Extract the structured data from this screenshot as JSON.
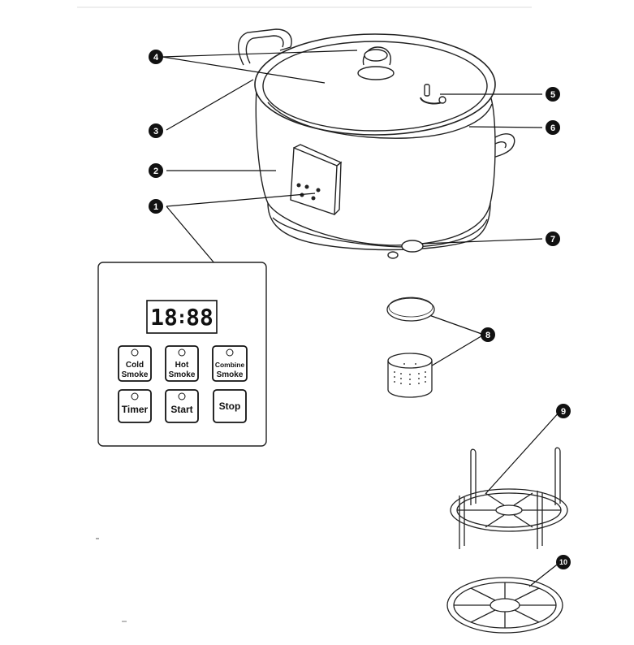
{
  "callouts": [
    {
      "id": "1",
      "label": "1"
    },
    {
      "id": "2",
      "label": "2"
    },
    {
      "id": "3",
      "label": "3"
    },
    {
      "id": "4",
      "label": "4"
    },
    {
      "id": "5",
      "label": "5"
    },
    {
      "id": "6",
      "label": "6"
    },
    {
      "id": "7",
      "label": "7"
    },
    {
      "id": "8",
      "label": "8"
    },
    {
      "id": "9",
      "label": "9"
    },
    {
      "id": "10",
      "label": "10"
    }
  ],
  "control_panel": {
    "display": "18:88",
    "display_left": "18",
    "display_colon": ":",
    "display_right": "88",
    "buttons": {
      "cold_smoke": {
        "line1": "Cold",
        "line2": "Smoke"
      },
      "hot_smoke": {
        "line1": "Hot",
        "line2": "Smoke"
      },
      "combine_smoke": {
        "line1": "Combine",
        "line2": "Smoke"
      },
      "timer": {
        "label": "Timer"
      },
      "start": {
        "label": "Start"
      },
      "stop": {
        "label": "Stop"
      }
    }
  }
}
